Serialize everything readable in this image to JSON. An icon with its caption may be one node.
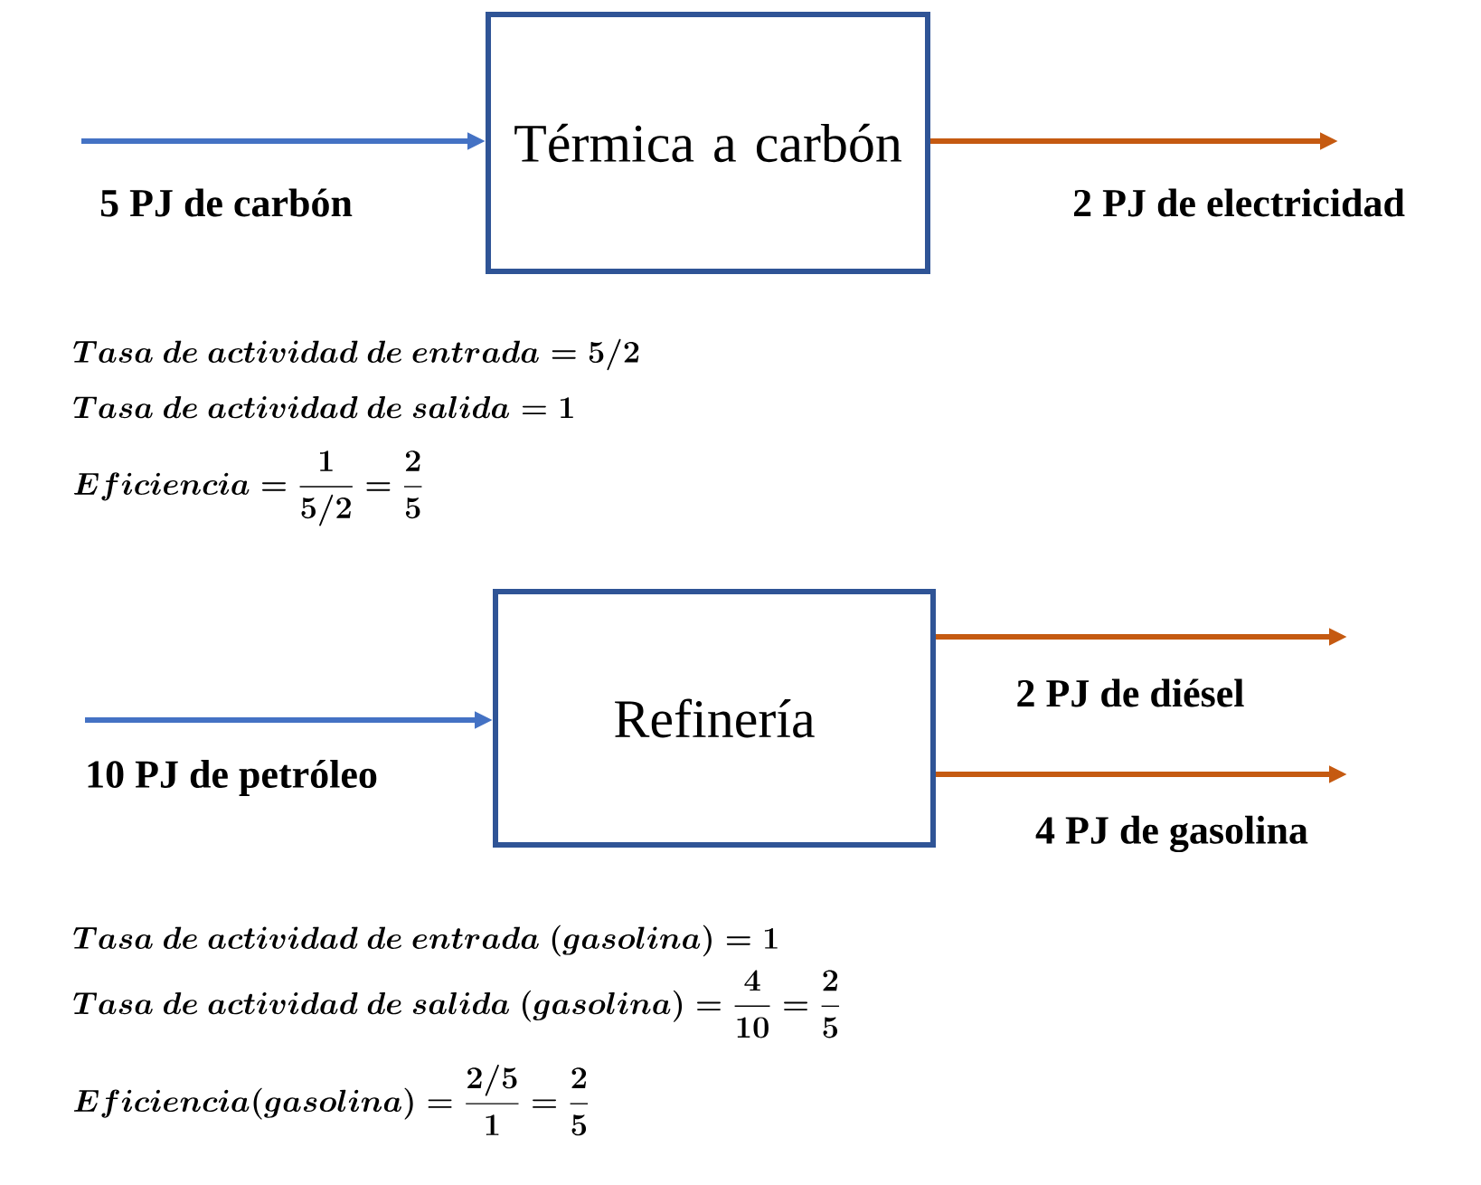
{
  "diagram": {
    "nodes": [
      {
        "text": [
          "Térmica a carbón"
        ]
      },
      {
        "text": [
          "Refinería"
        ]
      }
    ],
    "edges": [
      {
        "from": null,
        "to": 0,
        "arrow": "to",
        "label": "5 PJ de carbón",
        "color": "#4472c4"
      },
      {
        "from": 0,
        "to": null,
        "arrow": "to",
        "label": "2 PJ de electricidad",
        "color": "#c55a11"
      },
      {
        "from": null,
        "to": 1,
        "arrow": "to",
        "label": "10 PJ de petróleo",
        "color": "#4472c4"
      },
      {
        "from": 1,
        "to": null,
        "arrow": "to",
        "label": "2 PJ de diésel",
        "color": "#c55a11"
      },
      {
        "from": 1,
        "to": null,
        "arrow": "to",
        "label": "4 PJ de gasolina",
        "color": "#c55a11"
      }
    ],
    "labels": [
      "Tasa\\ de\\ actividad\\ de\\ entrada = 5/2",
      "Tasa\\ de\\ actividad\\ de\\ salida = 1",
      "Eficiencia = \\dfrac{1}{5/2} = \\dfrac{2}{5}",
      "Tasa\\ de\\ actividad\\ de\\ entrada\\ (gasolina) = 1",
      "Tasa\\ de\\ actividad\\ de\\ salida\\ (gasolina) = \\dfrac{4}{10} = \\dfrac{2}{5}",
      "Eficiencia(gasolina) = \\dfrac{2/5}{1} = \\dfrac{2}{5}"
    ]
  }
}
